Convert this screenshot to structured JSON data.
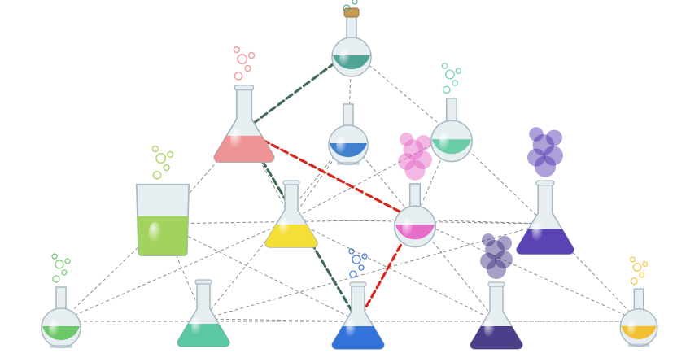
{
  "puzzle": {
    "colors": {
      "edge": "#8a8a8a",
      "path_green": "#3f6b57",
      "path_red": "#d9261c",
      "glass": "#e6eef2",
      "glass_stroke": "#a9b9c2"
    },
    "nodes": [
      {
        "id": "n1",
        "vessel": "round-bottom-flask-with-cork",
        "liquid": "#3f9a8c",
        "effect": "bubbles"
      },
      {
        "id": "n2",
        "vessel": "erlenmeyer-flask",
        "liquid": "#f08a8a",
        "effect": "bubbles"
      },
      {
        "id": "n3",
        "vessel": "florence-flask",
        "liquid": "#2f73c9",
        "effect": "none"
      },
      {
        "id": "n4",
        "vessel": "round-bottom-flask",
        "liquid": "#5cc9a0",
        "effect": "bubbles"
      },
      {
        "id": "n5",
        "vessel": "beaker",
        "liquid": "#9bcf4f",
        "effect": "bubbles"
      },
      {
        "id": "n6",
        "vessel": "erlenmeyer-flask",
        "liquid": "#f5dc24",
        "effect": "none"
      },
      {
        "id": "n7",
        "vessel": "round-bottom-flask",
        "liquid": "#e45fc4",
        "effect": "smoke"
      },
      {
        "id": "n8",
        "vessel": "erlenmeyer-flask",
        "liquid": "#4b2fae",
        "effect": "smoke"
      },
      {
        "id": "n9",
        "vessel": "florence-flask",
        "liquid": "#5ec25a",
        "effect": "bubbles"
      },
      {
        "id": "n10",
        "vessel": "erlenmeyer-flask",
        "liquid": "#4cc29a",
        "effect": "none"
      },
      {
        "id": "n11",
        "vessel": "erlenmeyer-flask",
        "liquid": "#1f64d6",
        "effect": "bubbles"
      },
      {
        "id": "n12",
        "vessel": "erlenmeyer-flask",
        "liquid": "#3b2b7e",
        "effect": "smoke"
      },
      {
        "id": "n13",
        "vessel": "florence-flask",
        "liquid": "#f2b91c",
        "effect": "bubbles"
      }
    ],
    "edges": [
      [
        "n1",
        "n2"
      ],
      [
        "n1",
        "n3"
      ],
      [
        "n1",
        "n4"
      ],
      [
        "n2",
        "n5"
      ],
      [
        "n2",
        "n6"
      ],
      [
        "n2",
        "n7"
      ],
      [
        "n2",
        "n11"
      ],
      [
        "n3",
        "n6"
      ],
      [
        "n3",
        "n7"
      ],
      [
        "n3",
        "n10"
      ],
      [
        "n4",
        "n6"
      ],
      [
        "n4",
        "n7"
      ],
      [
        "n4",
        "n8"
      ],
      [
        "n5",
        "n7"
      ],
      [
        "n5",
        "n9"
      ],
      [
        "n5",
        "n10"
      ],
      [
        "n5",
        "n11"
      ],
      [
        "n6",
        "n9"
      ],
      [
        "n6",
        "n8"
      ],
      [
        "n6",
        "n12"
      ],
      [
        "n7",
        "n8"
      ],
      [
        "n7",
        "n11"
      ],
      [
        "n7",
        "n12"
      ],
      [
        "n7",
        "n13"
      ],
      [
        "n8",
        "n10"
      ],
      [
        "n8",
        "n13"
      ],
      [
        "n9",
        "n12"
      ],
      [
        "n10",
        "n11"
      ],
      [
        "n11",
        "n13"
      ],
      [
        "n12",
        "n13"
      ]
    ],
    "highlighted_paths": [
      {
        "color": "path_green",
        "route": [
          "n1",
          "n2",
          "n11"
        ]
      },
      {
        "color": "path_red",
        "route": [
          "n2",
          "n7",
          "n11"
        ]
      }
    ]
  }
}
